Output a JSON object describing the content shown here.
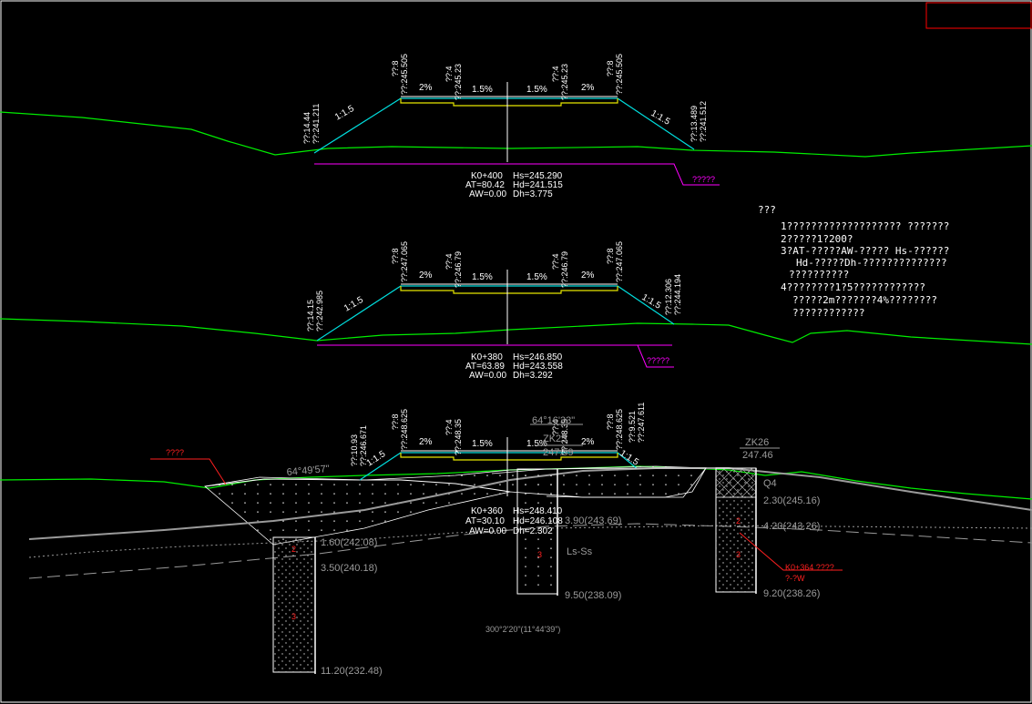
{
  "sections": [
    {
      "station": "K0+400",
      "at": "AT=80.42",
      "aw": "AW=0.00",
      "hs": "Hs=245.290",
      "hd": "Hd=241.515",
      "dh": "Dh=3.775",
      "left_edge": [
        "??:8",
        "??:245.505"
      ],
      "left_inner": [
        "??:4",
        "??:245.23"
      ],
      "right_inner": [
        "??:4",
        "??:245.23"
      ],
      "right_edge": [
        "??:8",
        "??:245.505"
      ],
      "left_toe": [
        "??:14.44",
        "??:241.211"
      ],
      "right_toe": [
        "??:13.489",
        "??:241.512"
      ],
      "slope_left": "1:1.5",
      "slope_right": "1:1.5",
      "grades": [
        "2%",
        "1.5%",
        "1.5%",
        "2%"
      ],
      "tag": "?????"
    },
    {
      "station": "K0+380",
      "at": "AT=63.89",
      "aw": "AW=0.00",
      "hs": "Hs=246.850",
      "hd": "Hd=243.558",
      "dh": "Dh=3.292",
      "left_edge": [
        "??:8",
        "??:247.065"
      ],
      "left_inner": [
        "??:4",
        "??:246.79"
      ],
      "right_inner": [
        "??:4",
        "??:246.79"
      ],
      "right_edge": [
        "??:8",
        "??:247.065"
      ],
      "left_toe": [
        "??:14.15",
        "??:242.985"
      ],
      "right_toe": [
        "??:12.306",
        "??:244.194"
      ],
      "slope_left": "1:1.5",
      "slope_right": "1:1.5",
      "grades": [
        "2%",
        "1.5%",
        "1.5%",
        "2%"
      ],
      "tag": "?????"
    },
    {
      "station": "K0+360",
      "at": "AT=30.10",
      "aw": "AW=0.00",
      "hs": "Hs=248.410",
      "hd": "Hd=246.108",
      "dh": "Dh=2.302",
      "left_edge": [
        "??:8",
        "??:248.625"
      ],
      "left_inner": [
        "??:4",
        "??:248.35"
      ],
      "right_inner": [
        "??:4",
        "??:248.35"
      ],
      "right_edge": [
        "??:8",
        "??:248.625"
      ],
      "left_toe": [
        "??:10.93",
        "??:246.671"
      ],
      "right_toe": [
        "??:9.521",
        "??:247.611"
      ],
      "slope_left": "1:1.5",
      "slope_right": "1:1.5",
      "grades": [
        "2%",
        "1.5%",
        "1.5%",
        "2%"
      ]
    }
  ],
  "notes": {
    "title": "???",
    "lines": [
      "1???????????????????  ???????",
      "2?????1?200?",
      "3?AT-?????AW-?????  Hs-??????",
      "Hd-?????Dh-??????????????",
      "??????????",
      "4????????1?5????????????",
      "?????2m???????4%????????",
      "????????????"
    ]
  },
  "geology": {
    "red_tag": "????",
    "angle_left": "64°49'57\"",
    "angle_right": "64°16'33\"",
    "boreholes": [
      {
        "name": "ZK25",
        "elev": "247.59",
        "depths": [
          "3.90(243.69)",
          "9.50(238.09)"
        ],
        "label": "Ls-Ss"
      },
      {
        "name": "ZK26",
        "elev": "247.46",
        "depths": [
          "2.30(245.16)",
          "4.20(243.26)",
          "9.20(238.26)"
        ],
        "layer": "Q4"
      },
      {
        "name": "",
        "elev": "",
        "depths": [
          "1.60(242.08)",
          "3.50(240.18)",
          "11.20(232.48)"
        ]
      }
    ],
    "bearing": "300°2'20\"(11°44'39\")",
    "red_note": [
      "K0+364  ????",
      "?-?W"
    ]
  },
  "colors": {
    "ground": "#00ee00",
    "slope": "#00dddd",
    "pavement": "#e6e600",
    "baseline": "#ff00ff",
    "annotation": "#ff2020",
    "rock": "#9a9a9a"
  }
}
